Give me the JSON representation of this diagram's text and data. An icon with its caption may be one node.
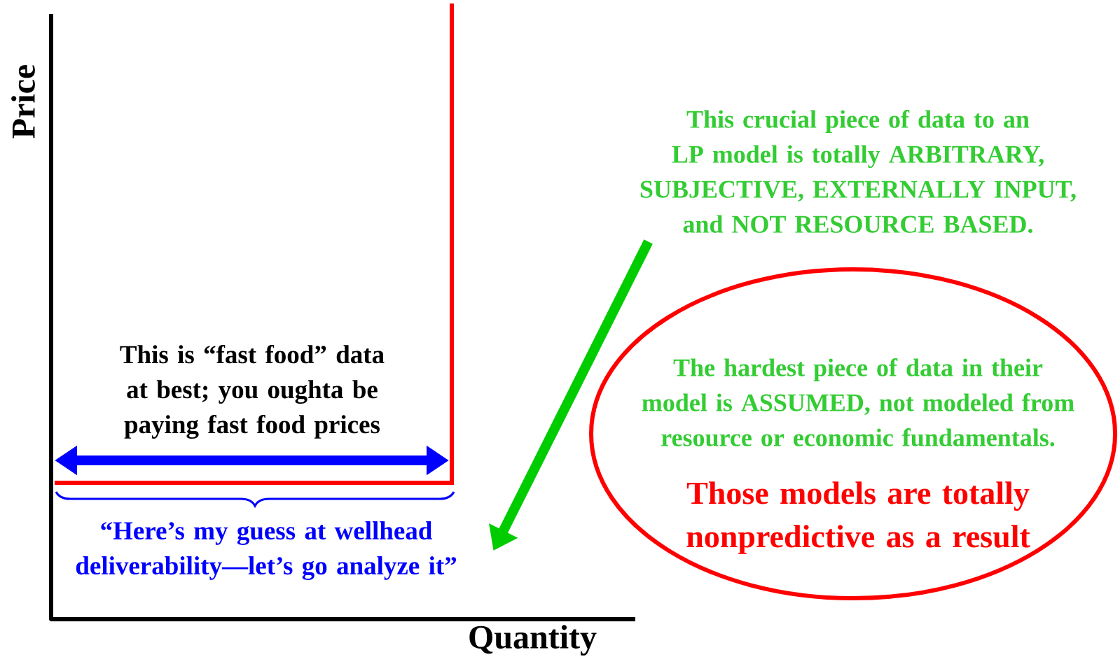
{
  "diagram": {
    "nodes": [
      {
        "text": [
          "This crucial piece of data to an LP model is totally ARBITRARY, SUBJECTIVE, EXTERNALLY INPUT, and NOT RESOURCE BASED."
        ]
      },
      {
        "text": [
          "This is “fast food” data at best;  you oughta be paying fast food prices"
        ]
      },
      {
        "text": [
          "“Here’s my guess at wellhead deliverability—let’s go analyze it”"
        ]
      },
      {
        "text": [
          "The hardest piece of data in their model is ASSUMED, not modeled from resource or economic fundamentals.",
          "Those models are totally nonpredictive as a result"
        ]
      }
    ],
    "edges": [
      {
        "from": 0,
        "to": 2,
        "arrow": "to",
        "color": "#00cc00"
      }
    ],
    "labels": [
      "Price",
      "Quantity"
    ]
  }
}
